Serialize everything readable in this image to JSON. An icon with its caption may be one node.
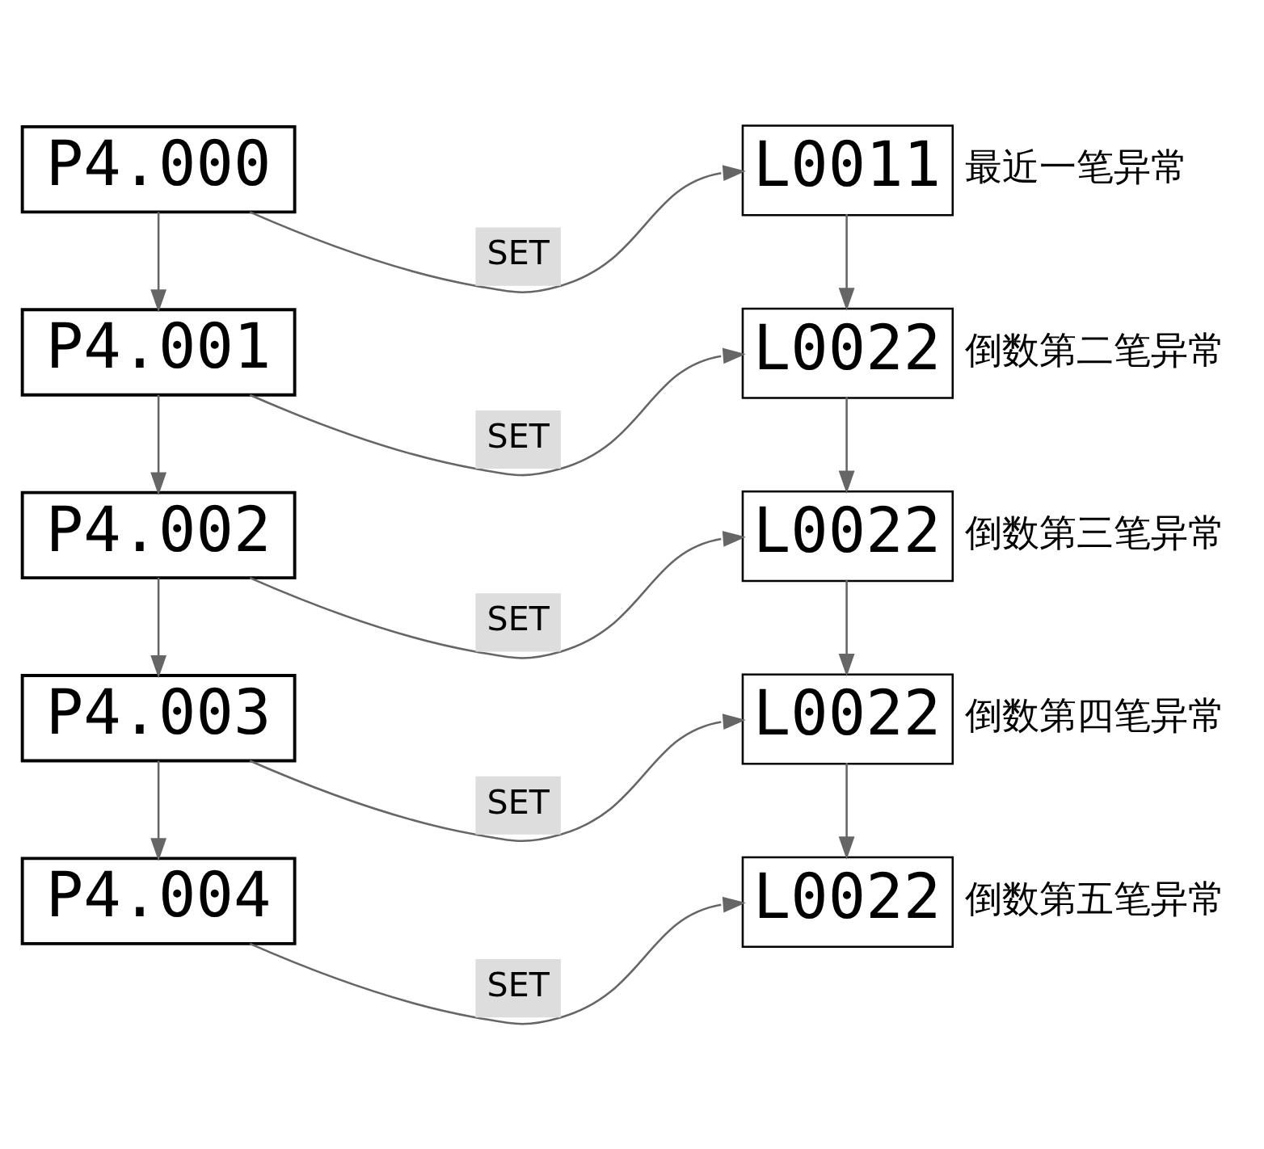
{
  "diagram": {
    "nodes": [
      {
        "text": [
          "P4.000"
        ]
      },
      {
        "text": [
          "L0011"
        ],
        "beside": [
          "最近一笔异常"
        ]
      },
      {
        "text": [
          "P4.001"
        ]
      },
      {
        "text": [
          "L0022"
        ],
        "beside": [
          "倒数第二笔异常"
        ]
      },
      {
        "text": [
          "P4.002"
        ]
      },
      {
        "text": [
          "L0022"
        ],
        "beside": [
          "倒数第三笔异常"
        ]
      },
      {
        "text": [
          "P4.003"
        ]
      },
      {
        "text": [
          "L0022"
        ],
        "beside": [
          "倒数第四笔异常"
        ]
      },
      {
        "text": [
          "P4.004"
        ]
      },
      {
        "text": [
          "L0022"
        ],
        "beside": [
          "倒数第五笔异常"
        ]
      }
    ],
    "edges": [
      {
        "from": 0,
        "to": 1,
        "arrow": "to",
        "label": "SET"
      },
      {
        "from": 0,
        "to": 2,
        "arrow": "to"
      },
      {
        "from": 1,
        "to": 3,
        "arrow": "to"
      },
      {
        "from": 2,
        "to": 3,
        "arrow": "to",
        "label": "SET"
      },
      {
        "from": 2,
        "to": 4,
        "arrow": "to"
      },
      {
        "from": 3,
        "to": 5,
        "arrow": "to"
      },
      {
        "from": 4,
        "to": 5,
        "arrow": "to",
        "label": "SET"
      },
      {
        "from": 4,
        "to": 6,
        "arrow": "to"
      },
      {
        "from": 5,
        "to": 7,
        "arrow": "to"
      },
      {
        "from": 6,
        "to": 7,
        "arrow": "to",
        "label": "SET"
      },
      {
        "from": 6,
        "to": 8,
        "arrow": "to"
      },
      {
        "from": 7,
        "to": 9,
        "arrow": "to"
      },
      {
        "from": 8,
        "to": 9,
        "arrow": "to",
        "label": "SET"
      }
    ]
  }
}
